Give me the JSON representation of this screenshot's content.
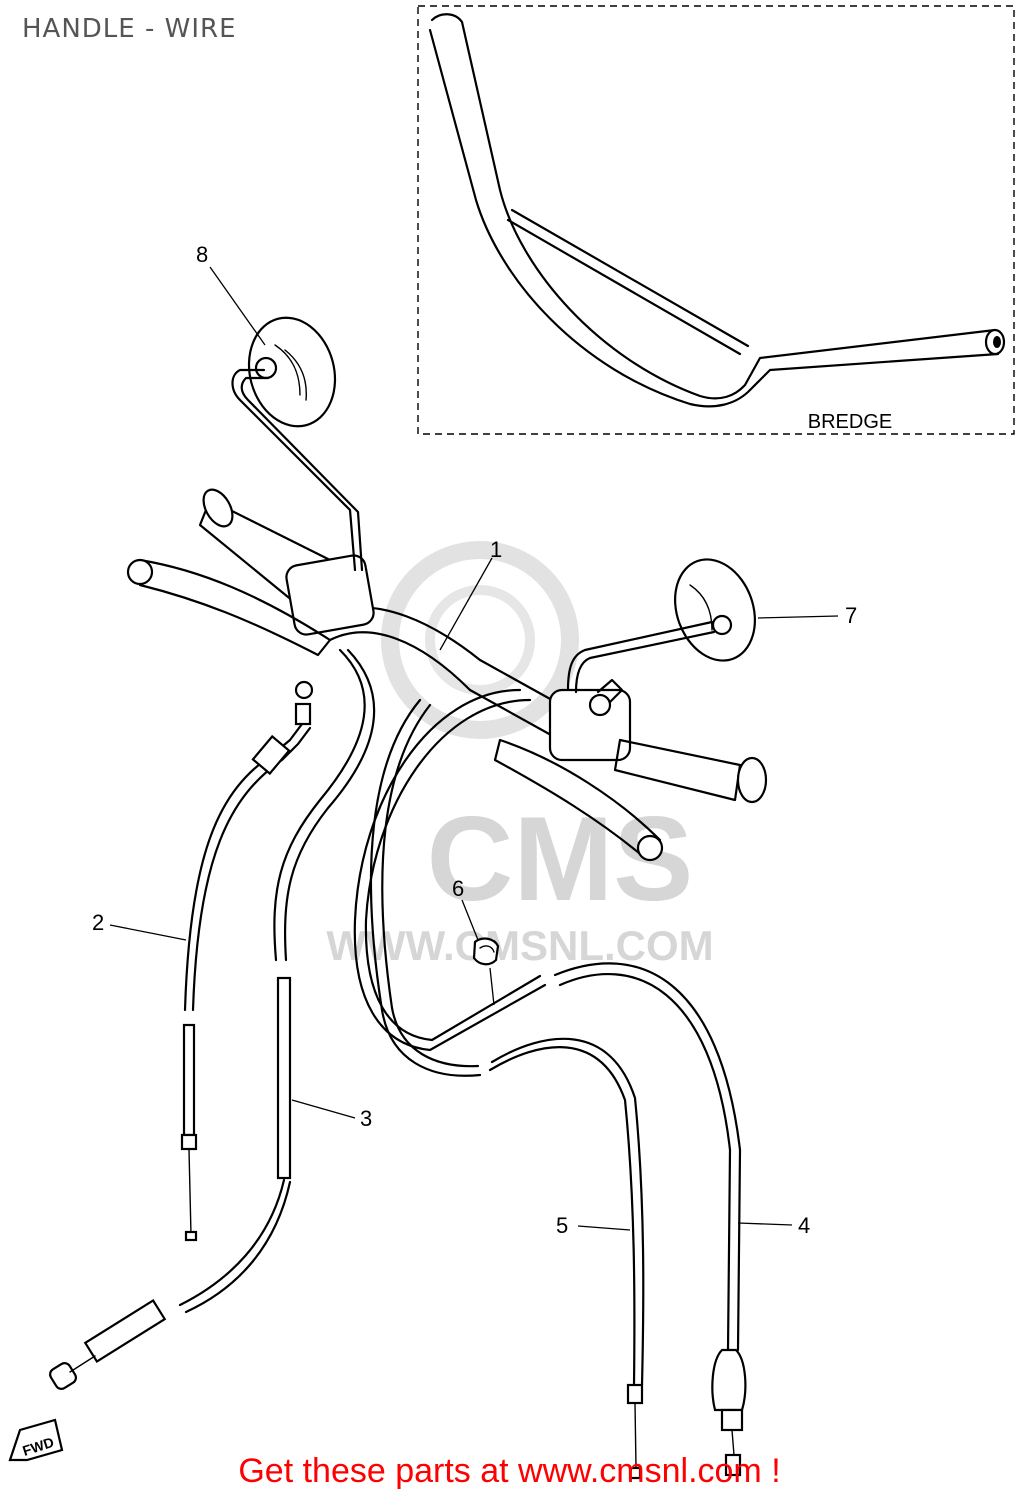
{
  "title": "HANDLE - WIRE",
  "inset_label": "BREDGE",
  "callouts": [
    "1",
    "2",
    "3",
    "4",
    "5",
    "6",
    "7",
    "8"
  ],
  "fwd_label": "FWD",
  "watermark": {
    "logo_text": "CMS",
    "url_text": "WWW.CMSNL.COM"
  },
  "footer": {
    "text": "Get these parts at www.cmsnl.com !",
    "color": "#ff0000"
  },
  "colors": {
    "line": "#000000",
    "title": "#555555",
    "watermark": "#d6d6d6"
  }
}
